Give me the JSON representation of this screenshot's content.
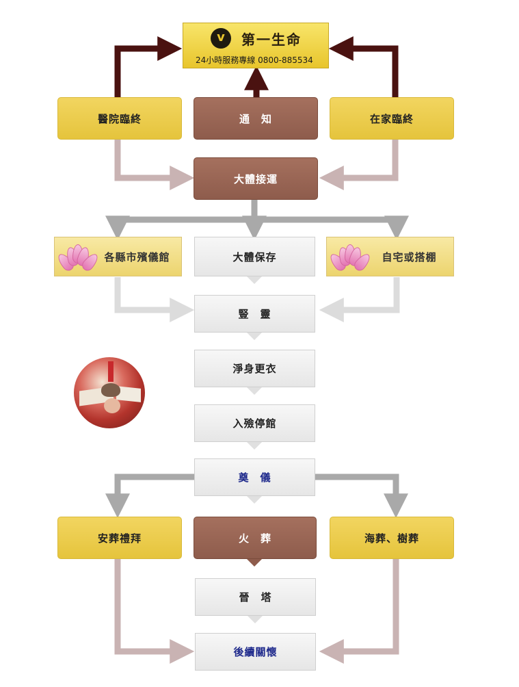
{
  "brand": {
    "name": "第一生命",
    "hotline": "24小時服務專線 0800-885534",
    "accent": "#e5c43c"
  },
  "nodes": {
    "hospital": "醫院臨終",
    "notify": "通　知",
    "home": "在家臨終",
    "transport": "大體接運",
    "funeral_home": "各縣市殯儀館",
    "preserve": "大體保存",
    "home_tent": "自宅或搭棚",
    "spirit": "豎　靈",
    "cleanse": "淨身更衣",
    "encoffin": "入殮停館",
    "memorial": "奠　儀",
    "burial": "安葬禮拜",
    "cremation": "火　葬",
    "sea_tree": "海葬、樹葬",
    "tower": "晉　塔",
    "followup": "後續關懷"
  },
  "colors": {
    "gold": "#e9c847",
    "brown": "#94604f",
    "grey_box": "#ececec",
    "arrow_dark": "#4a1210",
    "arrow_pink": "#c9b3b3",
    "arrow_grey": "#a9a9a9",
    "arrow_light": "#dcdcdc",
    "blue_text": "#1f2a8c"
  }
}
